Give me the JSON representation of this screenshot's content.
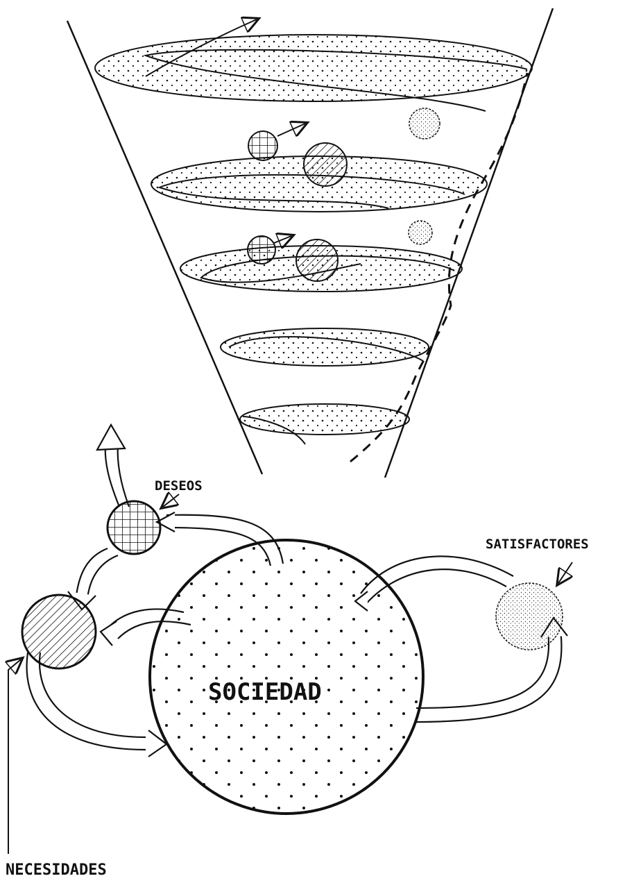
{
  "labels": {
    "deseos": "DESEOS",
    "satisfactores": "SATISFACTORES",
    "sociedad": "SOCIEDAD",
    "necesidades": "NECESIDADES"
  },
  "colors": {
    "ink": "#111111",
    "paper": "#ffffff"
  }
}
